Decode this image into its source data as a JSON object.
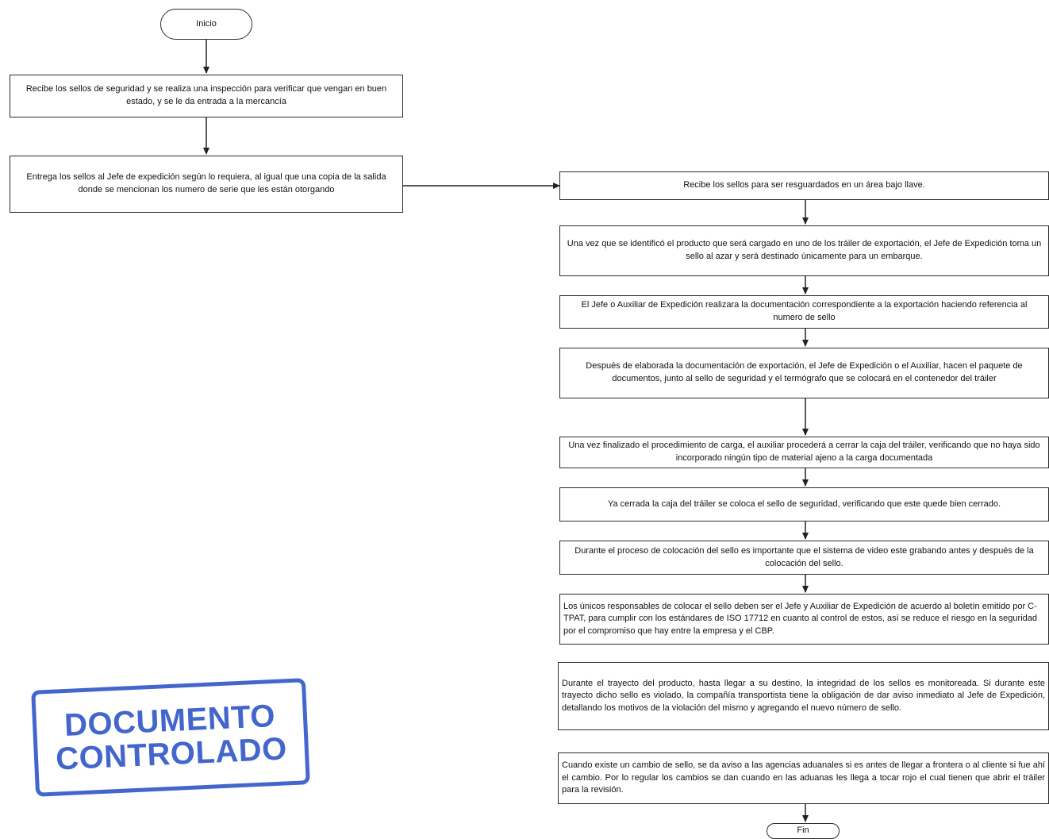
{
  "flow_left": {
    "start": "Inicio",
    "step1": "Recibe los sellos de seguridad y se realiza una inspección para verificar que vengan en buen estado, y se le da entrada a la mercancía",
    "step2": "Entrega los sellos al Jefe de expedición según lo requiera, al igual que una copia de la salida donde se mencionan los numero de serie que les están otorgando"
  },
  "flow_right": {
    "step3": "Recibe los sellos para ser resguardados en un área bajo llave.",
    "step4": "Una vez que se identificó el producto que será cargado en uno de los tráiler de exportación, el Jefe de Expedición toma un sello al azar y será destinado únicamente para un embarque.",
    "step5": "El Jefe o Auxiliar de Expedición realizara la documentación correspondiente a la exportación haciendo referencia al numero de sello",
    "step6": "Después de elaborada la documentación de exportación, el Jefe de Expedición o el Auxiliar, hacen el paquete de documentos, junto al sello de seguridad y el termógrafo que se colocará en el contenedor del tráiler",
    "step7": "Una vez finalizado el procedimiento de carga, el auxiliar procederá a cerrar la caja del tráiler, verificando que no haya sido incorporado ningún tipo de material ajeno a la carga documentada",
    "step8": "Ya cerrada la caja del tráiler se coloca el sello de seguridad, verificando que este quede bien cerrado.",
    "step9": "Durante el proceso de colocación del sello es importante que el sistema de video este grabando antes y después de la colocación del sello.",
    "step10": "Los únicos responsables de colocar el sello deben ser el Jefe y Auxiliar de Expedición de acuerdo al boletín emitido por C-TPAT, para cumplir con los estándares de ISO 17712 en cuanto al control de estos, así se reduce el riesgo en la seguridad por el compromiso que hay entre la empresa y el CBP.",
    "step11": "Durante el trayecto del producto, hasta llegar a su destino, la integridad de los sellos es monitoreada. Si durante este trayecto dicho sello es violado, la compañía transportista tiene la obligación de dar aviso inmediato al Jefe de Expedición, detallando los motivos de la violación del mismo y agregando el nuevo número de sello.",
    "step12": "Cuando existe un cambio de sello, se da aviso a las agencias aduanales si es antes de llegar a frontera o al cliente si fue ahí el cambio. Por lo regular los cambios se dan cuando en las aduanas les llega a tocar rojo el cual tienen que abrir el tráiler para la revisión.",
    "end": "Fin"
  },
  "stamp": {
    "line1": "DOCUMENTO",
    "line2": "CONTROLADO",
    "color": "#2a52c6"
  }
}
